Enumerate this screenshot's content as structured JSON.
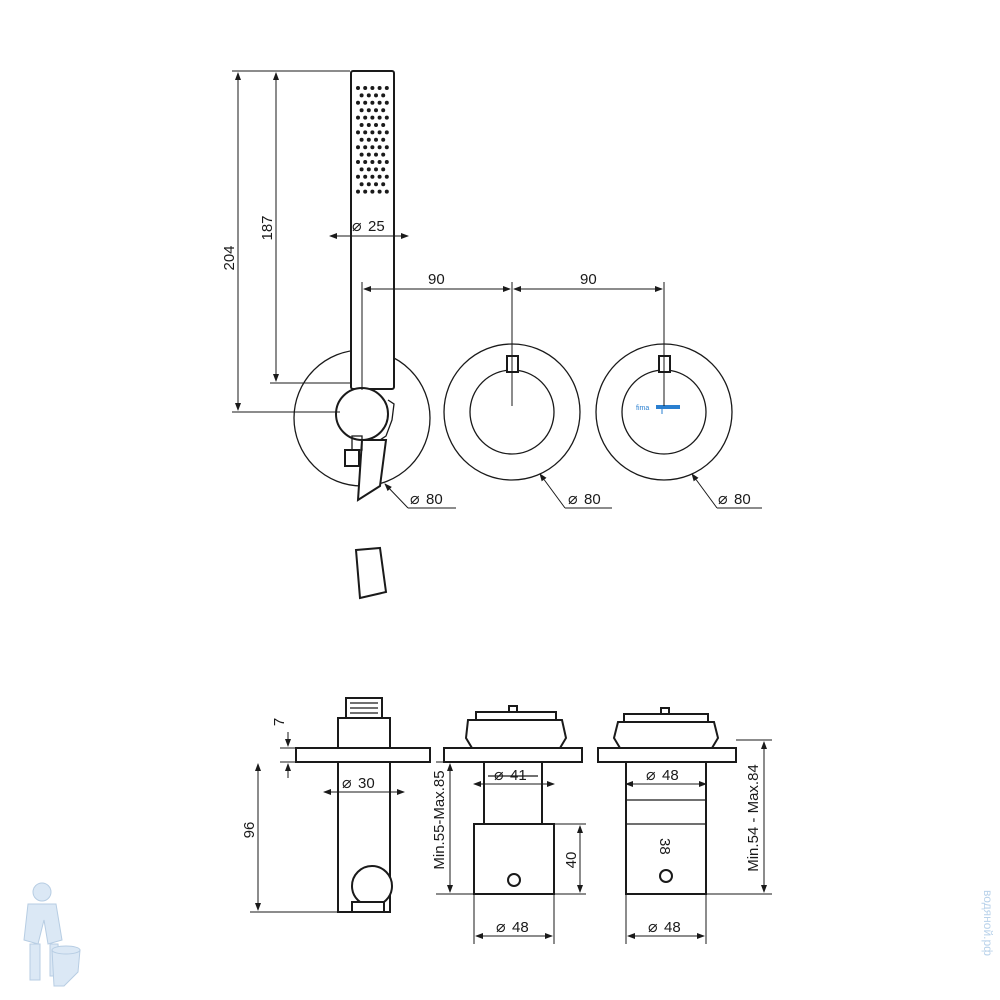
{
  "top_view": {
    "hand_shower_length_total": "204",
    "hand_shower_length": "187",
    "hand_shower_diameter": "25",
    "spacing_left": "90",
    "spacing_right": "90",
    "plate_left_diameter": "80",
    "plate_mid_diameter": "80",
    "plate_right_diameter": "80",
    "thermostat_brand_text": "fima"
  },
  "bottom_view": {
    "outlet_offset": "7",
    "outlet_depth": "96",
    "outlet_diameter": "30",
    "mixer_spindle_diameter": "41",
    "mixer_body_height": "40",
    "mixer_body_diameter": "48",
    "mixer_depth_range": "Min.55-Max.85",
    "thermo_spindle_diameter": "48",
    "thermo_body_diameter": "48",
    "thermo_depth_range": "Min.54 - Max.84",
    "thermo_scale_mark": "38"
  },
  "watermark": {
    "text": "водяной.рф"
  },
  "colors": {
    "line": "#1a1a1a",
    "brand_blue": "#2a7fd0",
    "watermark": "#b9d2ea"
  }
}
